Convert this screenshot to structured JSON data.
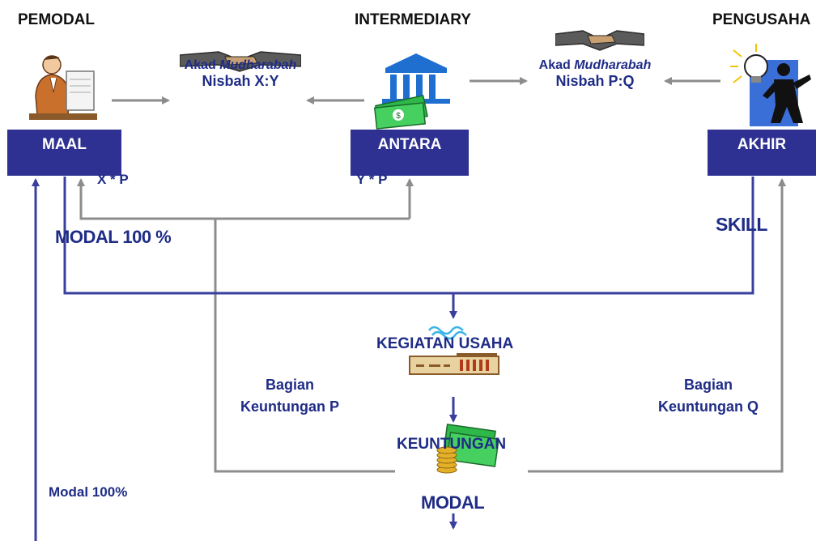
{
  "roles": {
    "pemodal": "PEMODAL",
    "intermediary": "INTERMEDIARY",
    "pengusaha": "PENGUSAHA"
  },
  "boxes": {
    "maal": "MAAL",
    "antara": "ANTARA",
    "akhir": "AKHIR"
  },
  "akad_left": {
    "akad": "Akad",
    "mudharabah": "Mudharabah",
    "nisbah": "Nisbah X:Y"
  },
  "akad_right": {
    "akad": "Akad",
    "mudharabah": "Mudharabah",
    "nisbah": "Nisbah P:Q"
  },
  "formulas": {
    "xp": "X * P",
    "yp": "Y * P"
  },
  "labels": {
    "modal_100_pct": "MODAL 100 %",
    "skill": "SKILL",
    "kegiatan_usaha": "KEGIATAN USAHA",
    "bagian_keuntungan_p_line1": "Bagian",
    "bagian_keuntungan_p_line2": "Keuntungan P",
    "bagian_keuntungan_q_line1": "Bagian",
    "bagian_keuntungan_q_line2": "Keuntungan Q",
    "keuntungan": "KEUNTUNGAN",
    "modal": "MODAL",
    "modal_100_left": "Modal 100%"
  },
  "icons": [
    "investor-at-desk-icon",
    "handshake-icon",
    "bank-money-icon",
    "handshake-icon",
    "lightbulb-entrepreneur-icon",
    "factory-icon",
    "money-coins-icon"
  ],
  "colors": {
    "navy": "#2e3192",
    "line_blue": "#3a3f9e",
    "line_gray": "#8c8c8c",
    "text_navy": "#1f2c86"
  }
}
